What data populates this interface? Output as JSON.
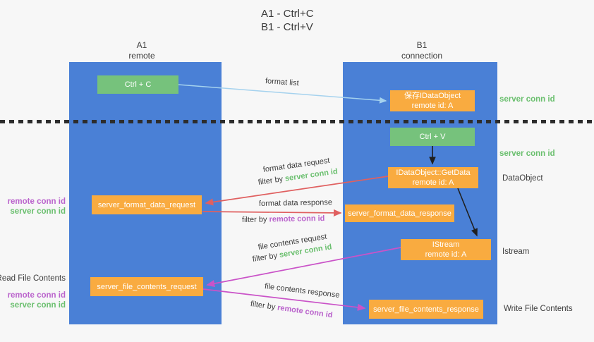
{
  "title": {
    "line1": "A1 - Ctrl+C",
    "line2": "B1 - Ctrl+V"
  },
  "lanes": {
    "left": {
      "name": "A1",
      "role": "remote"
    },
    "right": {
      "name": "B1",
      "role": "connection"
    }
  },
  "nodes": {
    "ctrl_c": {
      "label": "Ctrl + C"
    },
    "ctrl_v": {
      "label": "Ctrl + V"
    },
    "save_dataobject": {
      "line1": "保存IDataObject",
      "line2": "remote id: A"
    },
    "getdata": {
      "line1": "IDataObject::GetData",
      "line2": "remote id: A"
    },
    "istream": {
      "line1": "IStream",
      "line2": "remote id: A"
    },
    "server_format_data_request": {
      "label": "server_format_data_request"
    },
    "server_format_data_response": {
      "label": "server_format_data_response"
    },
    "server_file_contents_request": {
      "label": "server_file_contents_request"
    },
    "server_file_contents_response": {
      "label": "server_file_contents_response"
    }
  },
  "right_labels": {
    "server_conn_id_top": "server conn id",
    "server_conn_id_mid": "server conn id",
    "dataobject": "DataObject",
    "istream": "Istream",
    "write_file_contents": "Write File Contents"
  },
  "left_labels": {
    "remote_conn_id_1": "remote conn id",
    "server_conn_id_1": "server conn id",
    "read_file_contents": "Read File Contents",
    "remote_conn_id_2": "remote conn id",
    "server_conn_id_2": "server conn id"
  },
  "arrow_labels": {
    "format_list": "format list",
    "format_data_request": "format data request",
    "format_data_response": "format data response",
    "file_contents_request": "file contents request",
    "file_contents_response": "file contents response",
    "filter_by": "filter by",
    "server_conn_id": "server conn id",
    "remote_conn_id": "remote conn id"
  },
  "colors": {
    "background": "#f7f7f7",
    "lane_blue": "#4a80d6",
    "node_orange": "#f9ab40",
    "node_green": "#76c27c",
    "green_text": "#6abf6e",
    "purple_text": "#ba63cc",
    "arrow_red": "#e06060",
    "arrow_magenta": "#ca53c8",
    "arrow_lightblue": "#a5d2ee",
    "arrow_black": "#1f1f1f",
    "separator_black": "#2d2d2d"
  }
}
